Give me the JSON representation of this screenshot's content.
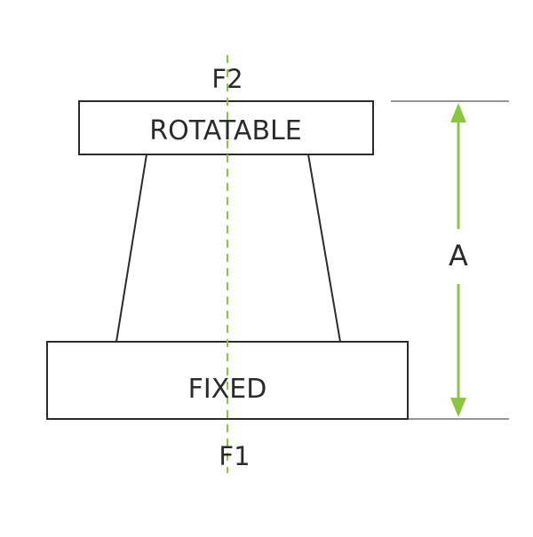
{
  "labels": {
    "top": "F2",
    "bottom": "F1",
    "rotatable": "ROTATABLE",
    "fixed": "FIXED",
    "dimension": "A"
  },
  "colors": {
    "stroke": "#2b2b2b",
    "text": "#2b2b2b",
    "accent": "#8cc63f",
    "background": "#ffffff"
  }
}
